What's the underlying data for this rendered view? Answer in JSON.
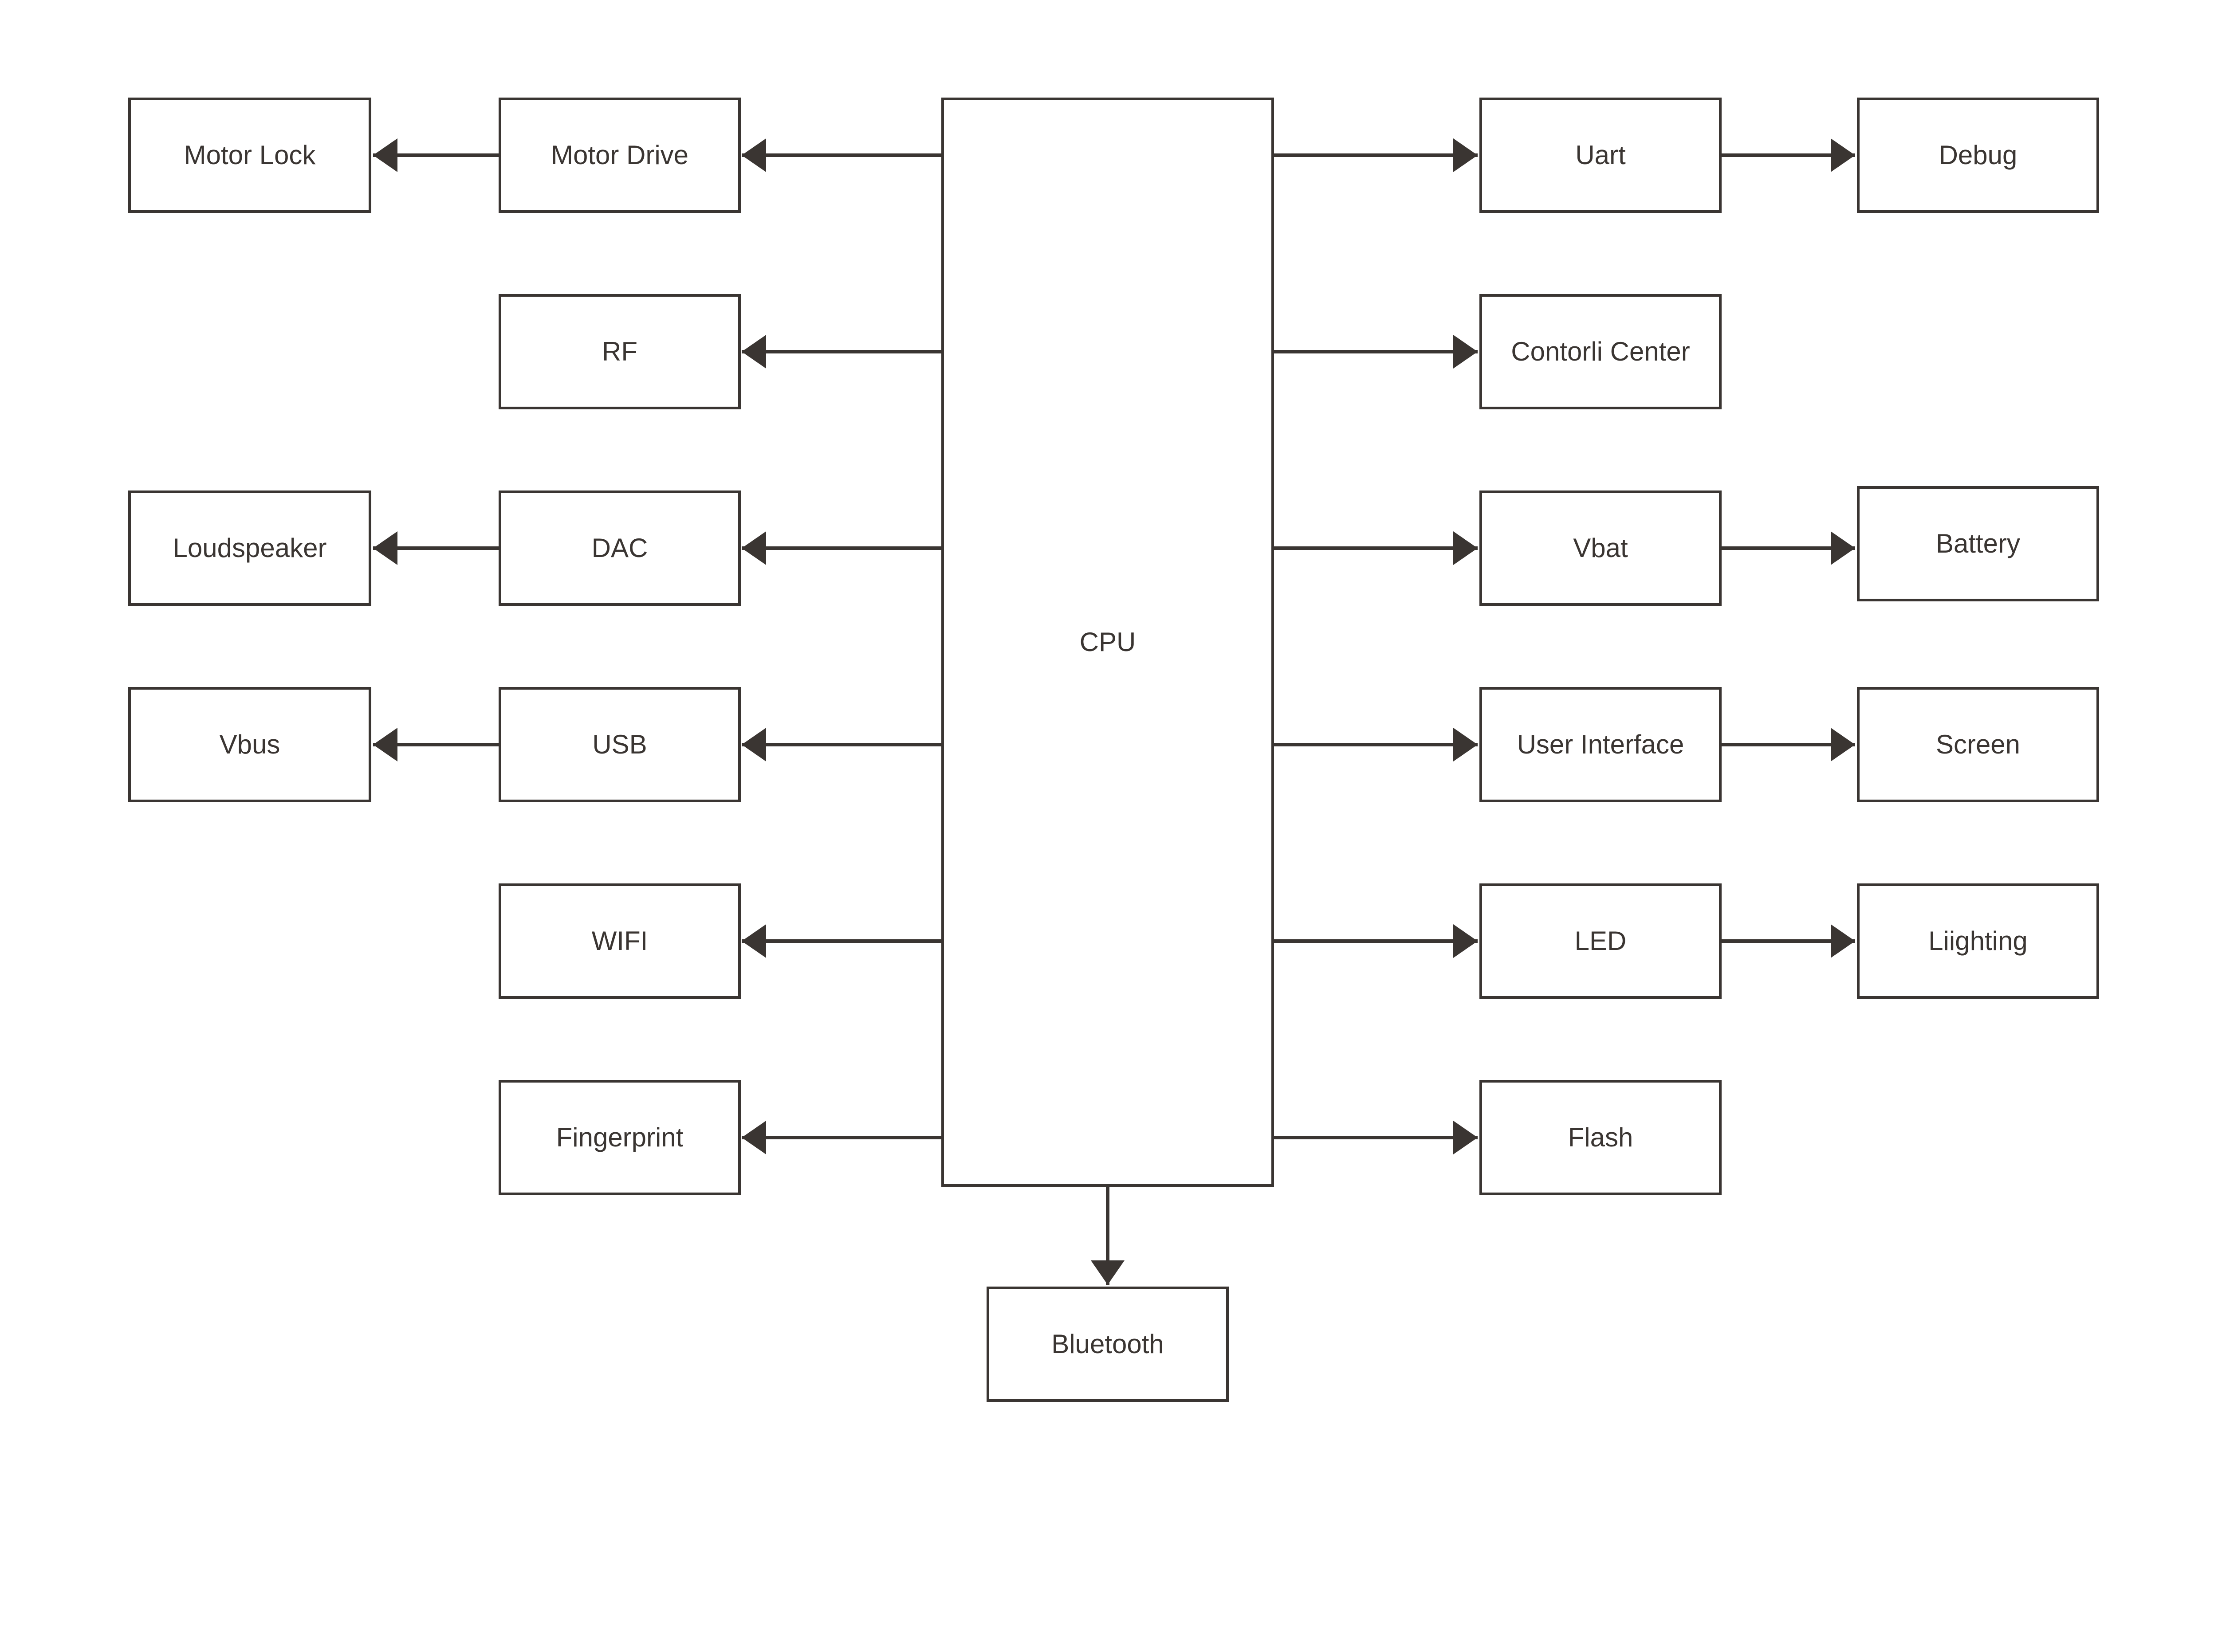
{
  "diagram": {
    "type": "block-diagram",
    "colors": {
      "background": "#ffffff",
      "stroke": "#3a3532",
      "box_fill": "#ffffff",
      "text": "#3a3532"
    },
    "nodes": {
      "cpu": {
        "label": "CPU"
      },
      "motor_lock": {
        "label": "Motor Lock"
      },
      "motor_drive": {
        "label": "Motor Drive"
      },
      "rf": {
        "label": "RF"
      },
      "loudspeaker": {
        "label": "Loudspeaker"
      },
      "dac": {
        "label": "DAC"
      },
      "vbus": {
        "label": "Vbus"
      },
      "usb": {
        "label": "USB"
      },
      "wifi": {
        "label": "WIFI"
      },
      "fingerprint": {
        "label": "Fingerprint"
      },
      "uart": {
        "label": "Uart"
      },
      "debug": {
        "label": "Debug"
      },
      "contorli_center": {
        "label": "Contorli Center"
      },
      "vbat": {
        "label": "Vbat"
      },
      "battery": {
        "label": "Battery"
      },
      "user_interface": {
        "label": "User Interface"
      },
      "screen": {
        "label": "Screen"
      },
      "led": {
        "label": "LED"
      },
      "liighting": {
        "label": "Liighting"
      },
      "flash": {
        "label": "Flash"
      },
      "bluetooth": {
        "label": "Bluetooth"
      }
    },
    "connections": [
      {
        "from": "CPU",
        "to": "Motor Drive"
      },
      {
        "from": "Motor Drive",
        "to": "Motor Lock"
      },
      {
        "from": "CPU",
        "to": "RF"
      },
      {
        "from": "CPU",
        "to": "DAC"
      },
      {
        "from": "DAC",
        "to": "Loudspeaker"
      },
      {
        "from": "CPU",
        "to": "USB"
      },
      {
        "from": "USB",
        "to": "Vbus"
      },
      {
        "from": "CPU",
        "to": "WIFI"
      },
      {
        "from": "CPU",
        "to": "Fingerprint"
      },
      {
        "from": "CPU",
        "to": "Uart"
      },
      {
        "from": "Uart",
        "to": "Debug"
      },
      {
        "from": "CPU",
        "to": "Contorli Center"
      },
      {
        "from": "CPU",
        "to": "Vbat"
      },
      {
        "from": "Vbat",
        "to": "Battery"
      },
      {
        "from": "CPU",
        "to": "User Interface"
      },
      {
        "from": "User Interface",
        "to": "Screen"
      },
      {
        "from": "CPU",
        "to": "LED"
      },
      {
        "from": "LED",
        "to": "Liighting"
      },
      {
        "from": "CPU",
        "to": "Flash"
      },
      {
        "from": "CPU",
        "to": "Bluetooth"
      }
    ]
  }
}
